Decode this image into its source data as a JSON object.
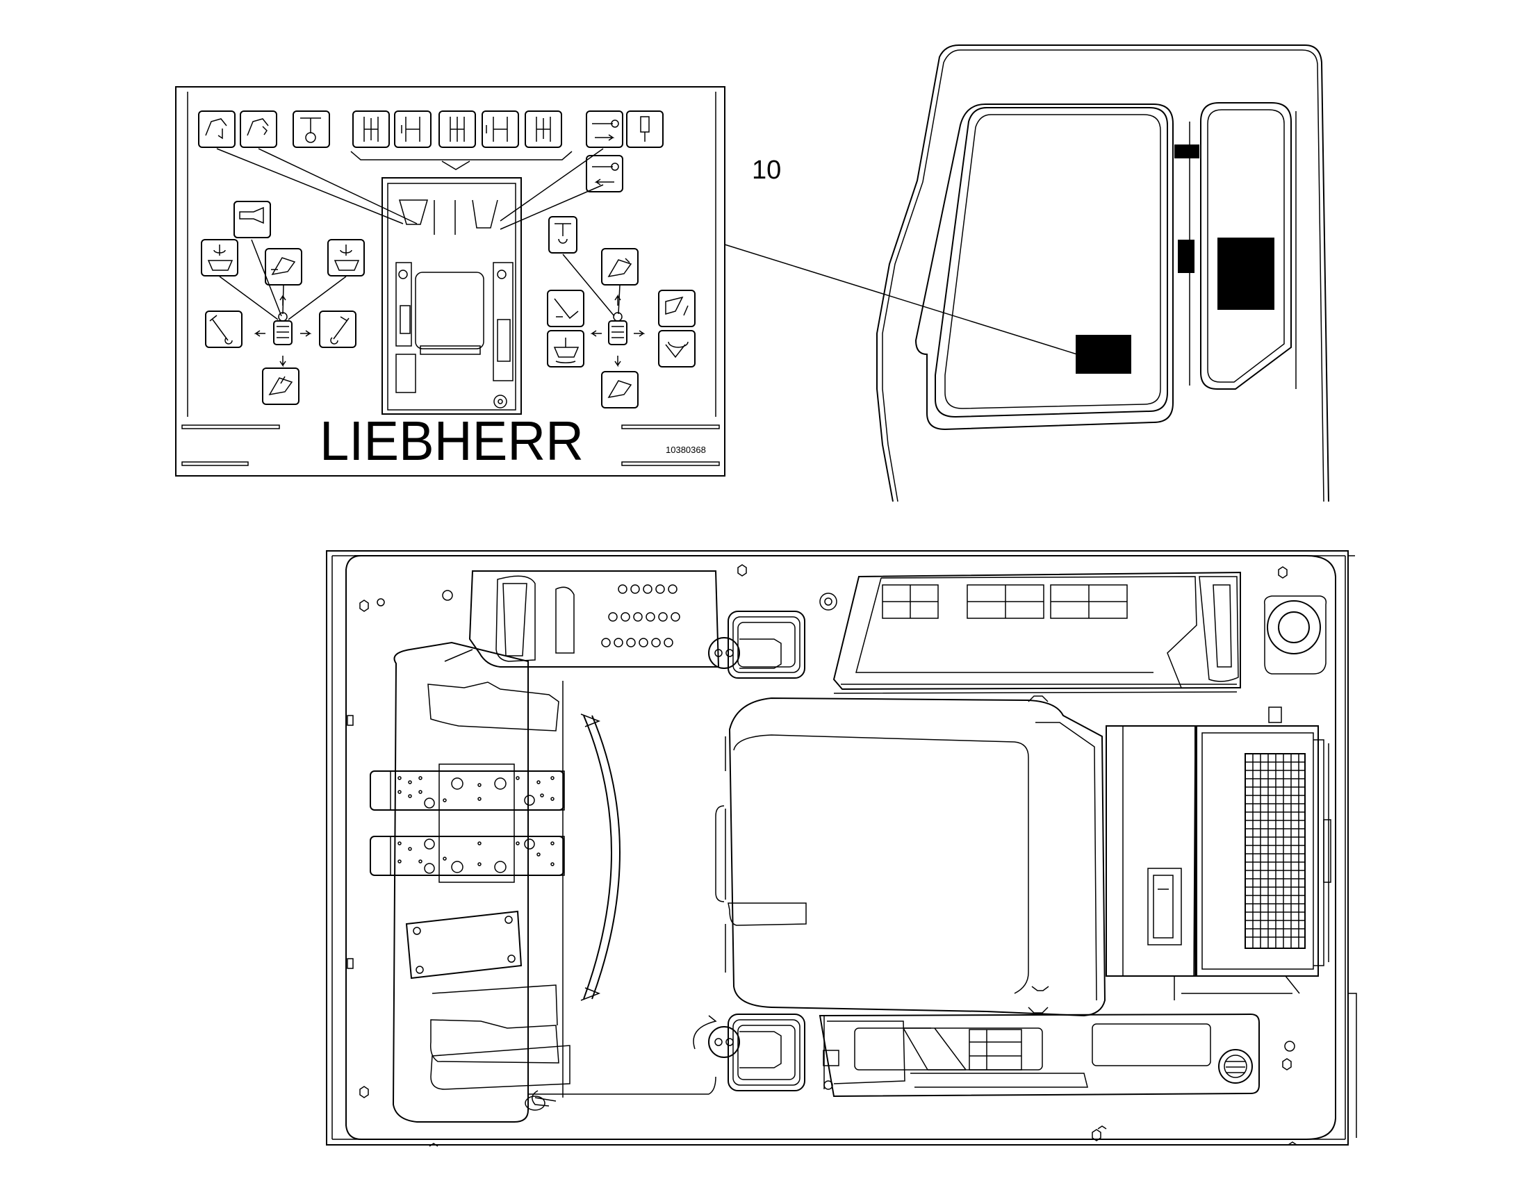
{
  "decal": {
    "brand": "LIEBHERR",
    "part_number": "10380368"
  },
  "callouts": [
    {
      "label": "10"
    }
  ],
  "colors": {
    "line": "#000000",
    "background": "#ffffff"
  }
}
